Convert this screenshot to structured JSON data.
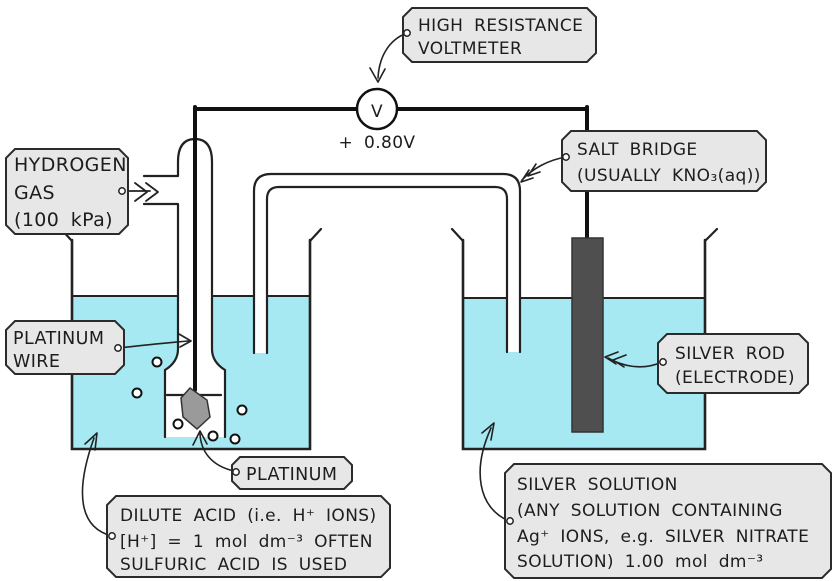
{
  "diagram": {
    "type": "electrochemical-cell",
    "voltmeter": {
      "symbol": "V",
      "reading": "+ 0.80V"
    },
    "labels": {
      "high_resistance_voltmeter": {
        "lines": [
          "HIGH RESISTANCE",
          "VOLTMETER"
        ]
      },
      "salt_bridge": {
        "lines": [
          "SALT BRIDGE",
          "(USUALLY KNO₃(aq))"
        ]
      },
      "hydrogen_gas": {
        "lines": [
          "HYDROGEN",
          "GAS",
          "(100 kPa)"
        ]
      },
      "platinum_wire": {
        "lines": [
          "PLATINUM",
          "WIRE"
        ]
      },
      "platinum": {
        "lines": [
          "PLATINUM"
        ]
      },
      "dilute_acid": {
        "lines": [
          "DILUTE ACID (i.e. H⁺ IONS)",
          "[H⁺] = 1 mol dm⁻³ OFTEN",
          "SULFURIC ACID IS USED"
        ]
      },
      "silver_rod": {
        "lines": [
          "SILVER ROD",
          "(ELECTRODE)"
        ]
      },
      "silver_solution": {
        "lines": [
          "SILVER SOLUTION",
          "(ANY SOLUTION CONTAINING",
          "Ag⁺ IONS, e.g. SILVER NITRATE",
          "SOLUTION) 1.00 mol dm⁻³"
        ]
      }
    },
    "colors": {
      "solution": "#a6e9f2",
      "label_fill": "#e7e7e7",
      "silver_rod": "#4f4f4f",
      "platinum": "#9a9a9a",
      "line": "#1c1c1c"
    }
  }
}
